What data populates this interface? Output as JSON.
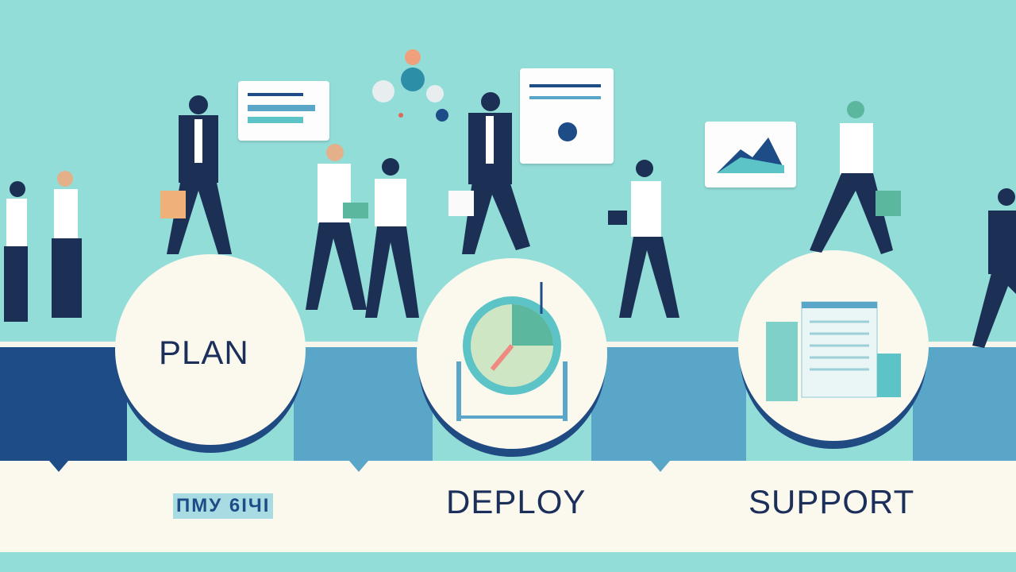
{
  "colors": {
    "background": "#93ddd8",
    "navy": "#1d4c86",
    "mid_blue": "#5aa6c8",
    "light_blue": "#8fc8dc",
    "cream": "#fbf8ee",
    "text": "#1b2f5a"
  },
  "stages": [
    {
      "label": "PLAN",
      "icon": "text-label"
    },
    {
      "label": "DEPLOY",
      "icon": "clock-icon"
    },
    {
      "label": "SUPPORT",
      "icon": "document-icon"
    }
  ],
  "garbled_caption": "ПМУ 6ІЧІ"
}
